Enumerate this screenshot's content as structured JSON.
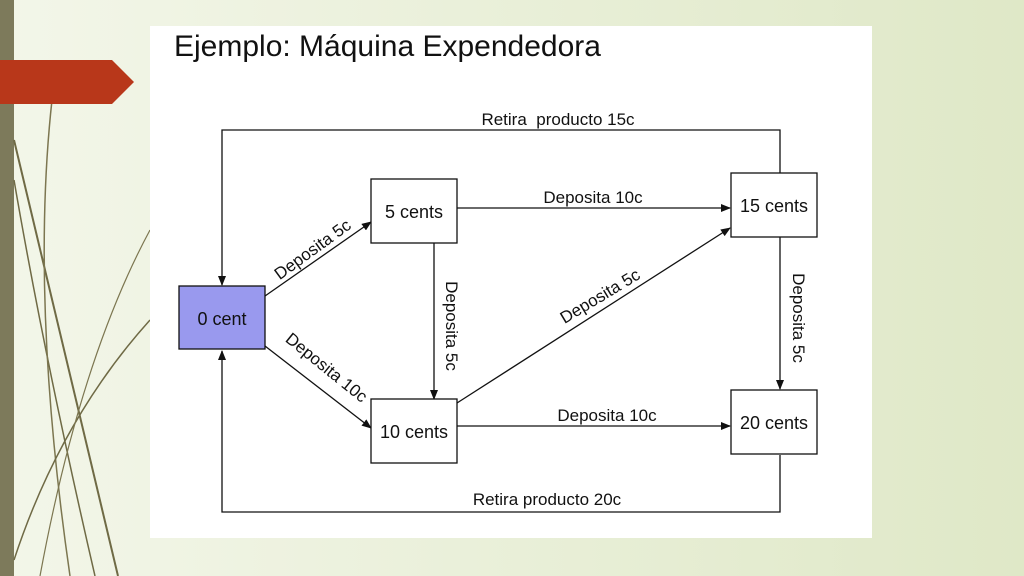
{
  "slide": {
    "title": "Ejemplo: Máquina Expendedora",
    "accent_color": "#b8371a",
    "start_state_color": "#9999ee"
  },
  "diagram": {
    "states": {
      "s0": "0 cent",
      "s5": "5 cents",
      "s10": "10 cents",
      "s15": "15 cents",
      "s20": "20 cents"
    },
    "transitions": {
      "s0_s5": "Deposita 5c",
      "s0_s10": "Deposita 10c",
      "s5_s10": "Deposita 5c",
      "s5_s15": "Deposita 10c",
      "s10_s15": "Deposita 5c",
      "s10_s20": "Deposita 10c",
      "s15_s20": "Deposita 5c",
      "s15_s0": "Retira  producto 15c",
      "s20_s0": "Retira producto 20c"
    }
  }
}
